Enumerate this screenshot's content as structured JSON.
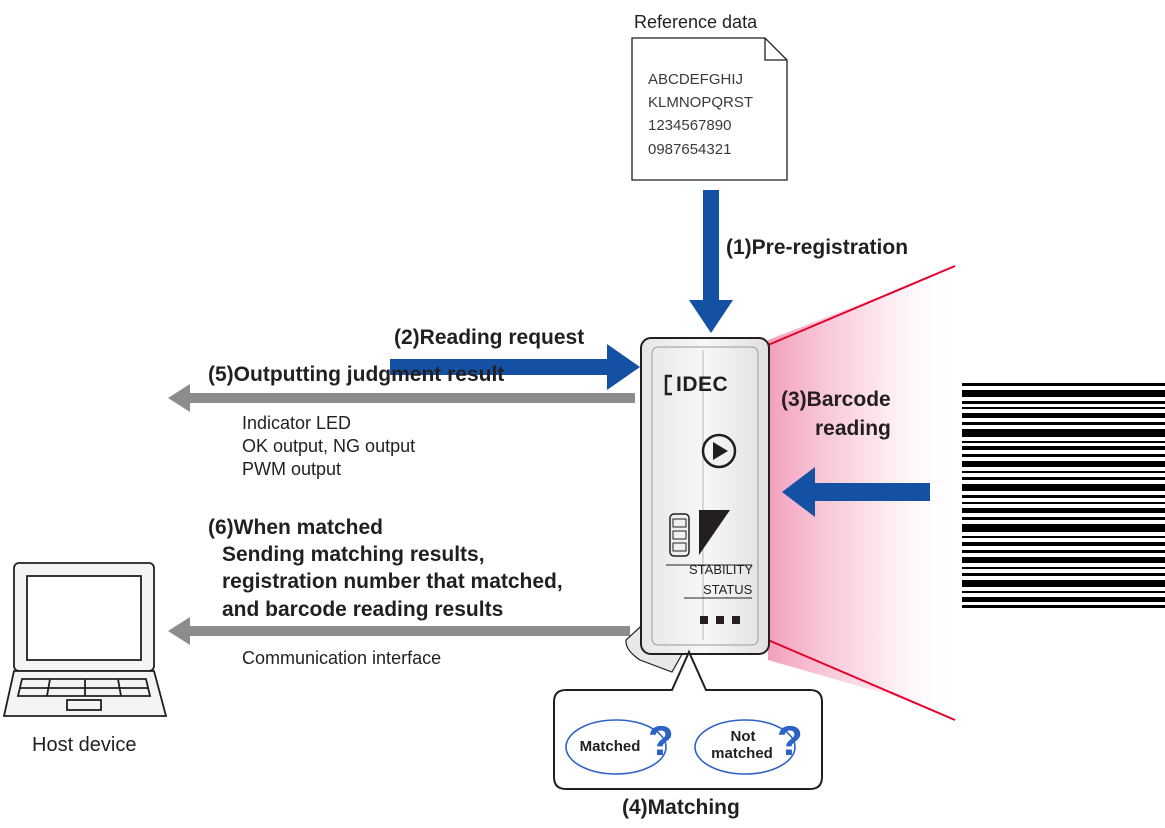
{
  "reference": {
    "title": "Reference data",
    "lines": [
      "ABCDEFGHIJ",
      "KLMNOPQRST",
      "1234567890",
      "0987654321"
    ]
  },
  "steps": {
    "pre_registration": "(1)Pre-registration",
    "reading_request": "(2)Reading request",
    "barcode_reading_1": "(3)Barcode",
    "barcode_reading_2": "reading",
    "matching": "(4)Matching",
    "outputting": "(5)Outputting judgment result",
    "when_matched_1": "(6)When matched",
    "when_matched_2": "Sending matching results,",
    "when_matched_3": "registration number that matched,",
    "when_matched_4": "and barcode reading results"
  },
  "outputs": [
    "Indicator LED",
    "OK output, NG output",
    "PWM output"
  ],
  "comm_interface": "Communication interface",
  "host_device": "Host device",
  "device": {
    "brand": "IDEC",
    "stability": "STABILITY",
    "status": "STATUS"
  },
  "bubble": {
    "matched": "Matched",
    "not_matched_1": "Not",
    "not_matched_2": "matched"
  },
  "colors": {
    "blue_arrow": "#1450a3",
    "gray_arrow": "#8c8c8c",
    "laser": "#e4002b",
    "beam": "#f7b7cc",
    "bubble_blue": "#2b62c4"
  }
}
